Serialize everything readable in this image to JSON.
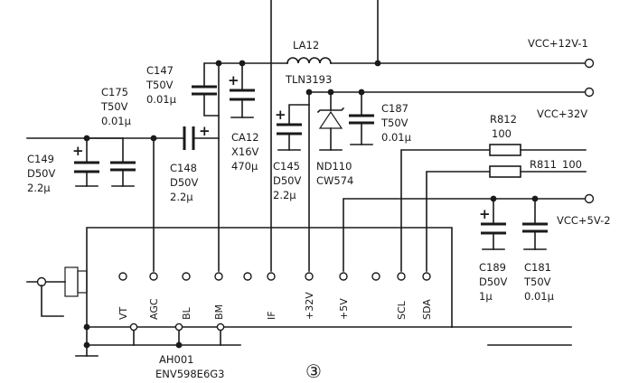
{
  "rails": {
    "vcc12": "VCC+12V-1",
    "vcc32": "VCC+32V",
    "vcc5": "VCC+5V-2"
  },
  "inductor": {
    "ref": "LA12",
    "part": "TLN3193"
  },
  "capacitors": {
    "c147": {
      "ref": "C147",
      "rating": "T50V",
      "value": "0.01μ"
    },
    "c175": {
      "ref": "C175",
      "rating": "T50V",
      "value": "0.01μ"
    },
    "c149": {
      "ref": "C149",
      "rating": "D50V",
      "value": "2.2μ"
    },
    "c148": {
      "ref": "C148",
      "rating": "D50V",
      "value": "2.2μ"
    },
    "ca12": {
      "ref": "CA12",
      "rating": "X16V",
      "value": "470μ"
    },
    "c145": {
      "ref": "C145",
      "rating": "D50V",
      "value": "2.2μ"
    },
    "c187": {
      "ref": "C187",
      "rating": "T50V",
      "value": "0.01μ"
    },
    "c189": {
      "ref": "C189",
      "rating": "D50V",
      "value": "1μ"
    },
    "c181": {
      "ref": "C181",
      "rating": "T50V",
      "value": "0.01μ"
    }
  },
  "diode": {
    "ref": "ND110",
    "part": "CW574"
  },
  "resistors": {
    "r812": {
      "ref": "R812",
      "value": "100"
    },
    "r811": {
      "ref": "R811",
      "value": "100"
    }
  },
  "module": {
    "ref": "AH001",
    "part": "ENV598E6G3",
    "pins": [
      "VT",
      "AGC",
      "BL",
      "BM",
      "IF",
      "+32V",
      "+5V",
      "SCL",
      "SDA"
    ]
  },
  "figure_number": "③"
}
